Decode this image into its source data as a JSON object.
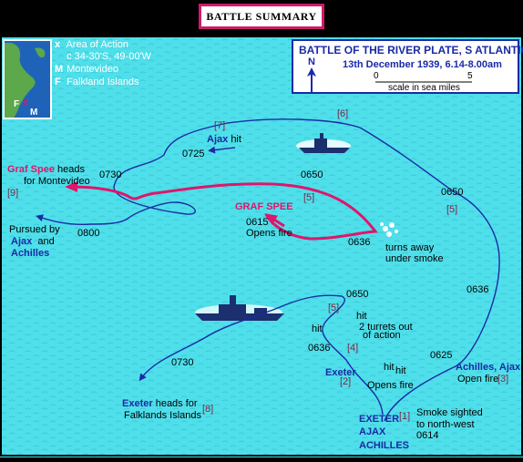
{
  "title": "BATTLE SUMMARY",
  "colors": {
    "sea": "#4fdfea",
    "graf_spee_track": "#e0156b",
    "allied_track": "#1a2aa6",
    "inset_sea": "#1f63b8",
    "land": "#5ca84a",
    "map_border": "#d01a6a"
  },
  "legend": [
    {
      "key": "x",
      "text": "Area of Action"
    },
    {
      "key": "",
      "text": "c 34-30'S, 49-00'W"
    },
    {
      "key": "M",
      "text": "Montevideo"
    },
    {
      "key": "F",
      "text": "Falkland Islands"
    }
  ],
  "inset": {
    "x_mark": "x",
    "m_mark": "M",
    "f_mark": "F"
  },
  "info": {
    "heading": "BATTLE OF THE RIVER PLATE, S ATLANTIC",
    "date": "13th December 1939, 6.14-8.00am",
    "north": "N",
    "scale_start": "0",
    "scale_end": "5",
    "scale_caption": "scale in sea miles"
  },
  "labels": {
    "ref_7": "[7]",
    "ajax_hit_ship": "Ajax",
    "ajax_hit_text": "hit",
    "t0725": "0725",
    "ref_6": "[6]",
    "graf_spee_heads_name": "Graf Spee",
    "graf_spee_heads_text": "heads",
    "for_montevideo": "for Montevideo",
    "t0730_top": "0730",
    "ref_9": "[9]",
    "t0650_pink": "0650",
    "ref_5_mid": "[5]",
    "graf_spee_name": "GRAF SPEE",
    "t0615": "0615",
    "opens_fire_top": "Opens fire",
    "t0636_center": "0636",
    "turns_away": "turns away",
    "under_smoke": "under smoke",
    "pursued_by": "Pursued by",
    "ajax_name": "Ajax",
    "and_text": "and",
    "achilles_name": "Achilles",
    "t0800": "0800",
    "t0650_right": "0650",
    "ref_5_right": "[5]",
    "t0636_right": "0636",
    "t0650_mid": "0650",
    "ref_5_low": "[5]",
    "hit_1": "hit",
    "two_turrets": "2 turrets out",
    "of_action": "of action",
    "hit_2": "hit",
    "t0636_low": "0636",
    "ref_4": "[4]",
    "t0730_low": "0730",
    "exeter_mid": "Exeter",
    "ref_2": "[2]",
    "hit_3": "hit",
    "hit_4": "hit",
    "opens_fire_low": "Opens fire",
    "t0625": "0625",
    "achilles_ajax": "Achilles, Ajax",
    "open_fire": "Open fire",
    "ref_3": "[3]",
    "exeter_heads_name": "Exeter",
    "exeter_heads_text": "heads for",
    "falklands": "Falklands Islands",
    "ref_8": "[8]",
    "exeter_cap": "EXETER",
    "ajax_cap": "AJAX",
    "achilles_cap": "ACHILLES",
    "ref_1": "[1]",
    "smoke_sighted": "Smoke sighted",
    "to_north_west": "to north-west",
    "t0614": "0614"
  }
}
